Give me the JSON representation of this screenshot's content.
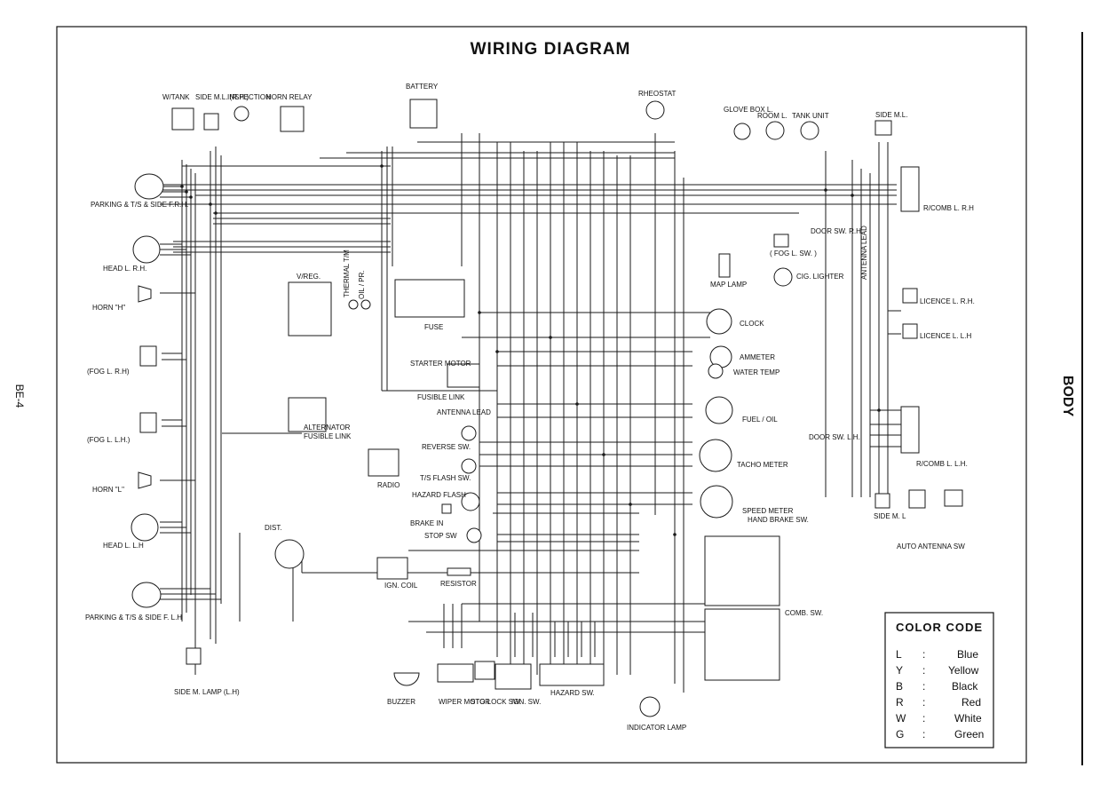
{
  "title": "WIRING DIAGRAM",
  "page_code": "BE-4",
  "section_label": "BODY",
  "color_code": {
    "title": "COLOR CODE",
    "entries": [
      {
        "code": "L",
        "color": "Blue"
      },
      {
        "code": "Y",
        "color": "Yellow"
      },
      {
        "code": "B",
        "color": "Black"
      },
      {
        "code": "R",
        "color": "Red"
      },
      {
        "code": "W",
        "color": "White"
      },
      {
        "code": "G",
        "color": "Green"
      }
    ]
  },
  "components": {
    "battery": "BATTERY",
    "rheostat": "RHEOSTAT",
    "w_tank": "W/TANK",
    "side_ml_rh": "SIDE M.L. (R.H.)",
    "inspection": "INSPECTION",
    "horn_relay": "HORN RELAY",
    "glove_box": "GLOVE BOX L.",
    "room_l": "ROOM L.",
    "tank_unit": "TANK UNIT",
    "side_ml": "SIDE M.L.",
    "parking_rh": "PARKING & T/S & SIDE F.R.H.",
    "head_rh": "HEAD L. R.H.",
    "horn_h": "HORN \"H\"",
    "fog_rh": "(FOG L. R.H)",
    "fog_lh": "(FOG L. L.H.)",
    "horn_l": "HORN \"L\"",
    "head_lh": "HEAD L. L.H",
    "parking_lh": "PARKING & T/S & SIDE F. L.H",
    "side_m_lamp_lh": "SIDE M. LAMP (L.H)",
    "v_reg": "V/REG.",
    "thermal": "THERMAL T/M",
    "oil_pr": "OIL / PR.",
    "fuse": "FUSE",
    "starter": "STARTER MOTOR",
    "fusible_link": "FUSIBLE LINK",
    "alternator": "ALTERNATOR",
    "alt_fusible": "FUSIBLE LINK",
    "antenna_lead": "ANTENNA LEAD",
    "radio": "RADIO",
    "reverse_sw": "REVERSE SW.",
    "ts_flash": "T/S FLASH SW.",
    "hazard_flash": "HAZARD FLASH",
    "brake_in": "BRAKE IN",
    "stop_sw": "STOP SW",
    "dist": "DIST.",
    "ign_coil": "IGN. COIL",
    "resistor": "RESISTOR",
    "buzzer": "BUZZER",
    "wiper_motor": "WIPER MOTOR",
    "stg_lock": "STG LOCK SW.",
    "ign_sw": "IGN. SW.",
    "hazard_sw": "HAZARD SW.",
    "indicator_lamp": "INDICATOR LAMP",
    "map_lamp": "MAP LAMP",
    "cig_lighter": "CIG. LIGHTER",
    "fog_sw": "( FOG L. SW. )",
    "door_sw_rh": "DOOR SW. R.H.",
    "door_sw_lh": "DOOR SW. L.H.",
    "clock": "CLOCK",
    "ammeter": "AMMETER",
    "water_temp": "WATER TEMP",
    "fuel_oil": "FUEL / OIL",
    "tacho": "TACHO METER",
    "speed": "SPEED METER",
    "hand_brake": "HAND BRAKE SW.",
    "comb_sw": "COMB. SW.",
    "licence_rh": "LICENCE L. R.H.",
    "licence_lh": "LICENCE L. L.H",
    "rcomb_rh": "R/COMB L. R.H",
    "rcomb_lh": "R/COMB L. L.H.",
    "side_m_l": "SIDE M. L",
    "auto_antenna": "AUTO ANTENNA SW",
    "antenna_lead_r": "ANTENNA LEAD"
  }
}
